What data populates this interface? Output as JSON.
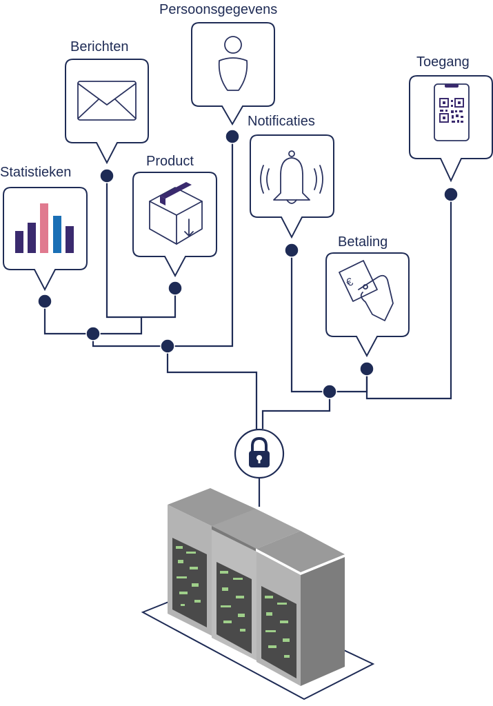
{
  "labels": {
    "statistieken": "Statistieken",
    "berichten": "Berichten",
    "product": "Product",
    "persoonsgegevens": "Persoonsgegevens",
    "notificaties": "Notificaties",
    "betaling": "Betaling",
    "toegang": "Toegang"
  },
  "icons": {
    "statistieken": "bar-chart-icon",
    "berichten": "envelope-icon",
    "product": "package-box-icon",
    "persoonsgegevens": "person-icon",
    "notificaties": "bell-icon",
    "betaling": "euro-card-payment-icon",
    "toegang": "qr-code-phone-icon",
    "hub": "padlock-icon",
    "server": "server-rack-icon"
  },
  "colors": {
    "line": "#1e2b55",
    "bar_dark": "#3a2a6e",
    "bar_pink": "#e07a8f",
    "bar_blue": "#1a6fb5",
    "server_grey": "#8c8c8c",
    "server_screen": "#9fcf8a"
  }
}
